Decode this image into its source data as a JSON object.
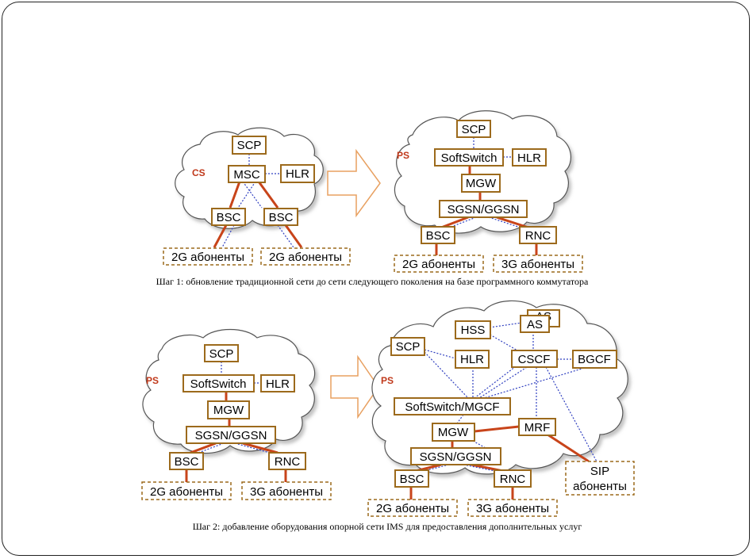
{
  "diagram1": {
    "left_cloud_label": "CS",
    "right_cloud_label": "PS",
    "left": {
      "scp": "SCP",
      "msc": "MSC",
      "hlr": "HLR",
      "bsc1": "BSC",
      "bsc2": "BSC",
      "sub1": "2G абоненты",
      "sub2": "2G абоненты"
    },
    "right": {
      "scp": "SCP",
      "softswitch": "SoftSwitch",
      "hlr": "HLR",
      "mgw": "MGW",
      "sgsn": "SGSN/GGSN",
      "bsc": "BSC",
      "rnc": "RNC",
      "sub1": "2G абоненты",
      "sub2": "3G абоненты"
    },
    "caption": "Шаг 1: обновление традиционной сети до сети следующего поколения на базе программного коммутатора"
  },
  "diagram2": {
    "left_cloud_label": "PS",
    "right_cloud_label": "PS",
    "left": {
      "scp": "SCP",
      "softswitch": "SoftSwitch",
      "hlr": "HLR",
      "mgw": "MGW",
      "sgsn": "SGSN/GGSN",
      "bsc": "BSC",
      "rnc": "RNC",
      "sub1": "2G абоненты",
      "sub2": "3G абоненты"
    },
    "right": {
      "as_back": "AS",
      "as": "AS",
      "hss": "HSS",
      "scp": "SCP",
      "hlr": "HLR",
      "cscf": "CSCF",
      "bgcf": "BGCF",
      "softswitch": "SoftSwitch/MGCF",
      "mgw": "MGW",
      "mrf": "MRF",
      "sgsn": "SGSN/GGSN",
      "bsc": "BSC",
      "rnc": "RNC",
      "sub1": "2G абоненты",
      "sub2": "3G абоненты",
      "sip1": "SIP",
      "sip2": "абоненты"
    },
    "caption": "Шаг 2: добавление оборудования опорной сети IMS для предоставления дополнительных услуг"
  }
}
